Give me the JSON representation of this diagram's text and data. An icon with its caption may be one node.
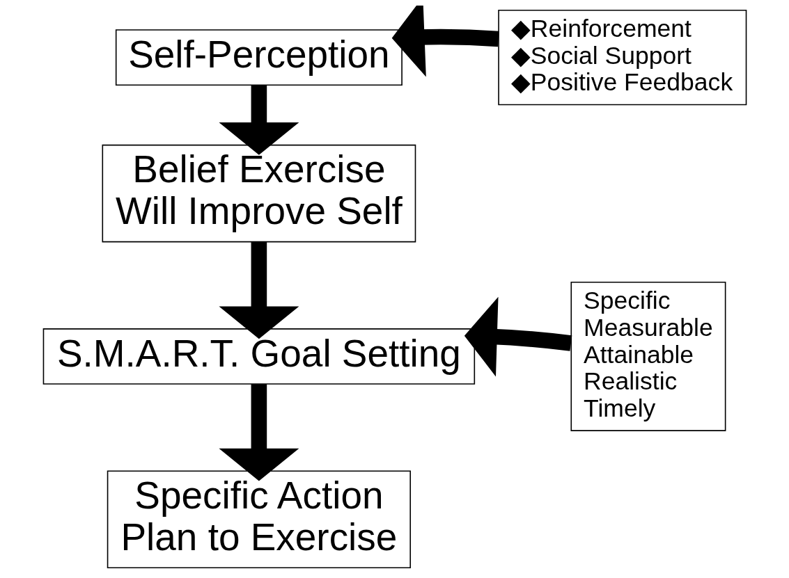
{
  "diagram": {
    "nodes": [
      {
        "text": [
          "Self-Perception"
        ]
      },
      {
        "text": [
          "◆Reinforcement",
          "◆Social Support",
          "◆Positive Feedback"
        ]
      },
      {
        "text": [
          "Belief Exercise Will Improve Self"
        ]
      },
      {
        "text": [
          "S.M.A.R.T. Goal Setting"
        ]
      },
      {
        "text": [
          "Specific",
          "Measurable",
          "Attainable",
          "Realistic",
          "Timely"
        ]
      },
      {
        "text": [
          "Specific Action Plan to Exercise"
        ]
      }
    ],
    "edges": [
      {
        "from": 1,
        "to": 0,
        "arrow": "to"
      },
      {
        "from": 0,
        "to": 2,
        "arrow": "to"
      },
      {
        "from": 2,
        "to": 3,
        "arrow": "to"
      },
      {
        "from": 4,
        "to": 3,
        "arrow": "to"
      },
      {
        "from": 3,
        "to": 5,
        "arrow": "to"
      }
    ]
  }
}
